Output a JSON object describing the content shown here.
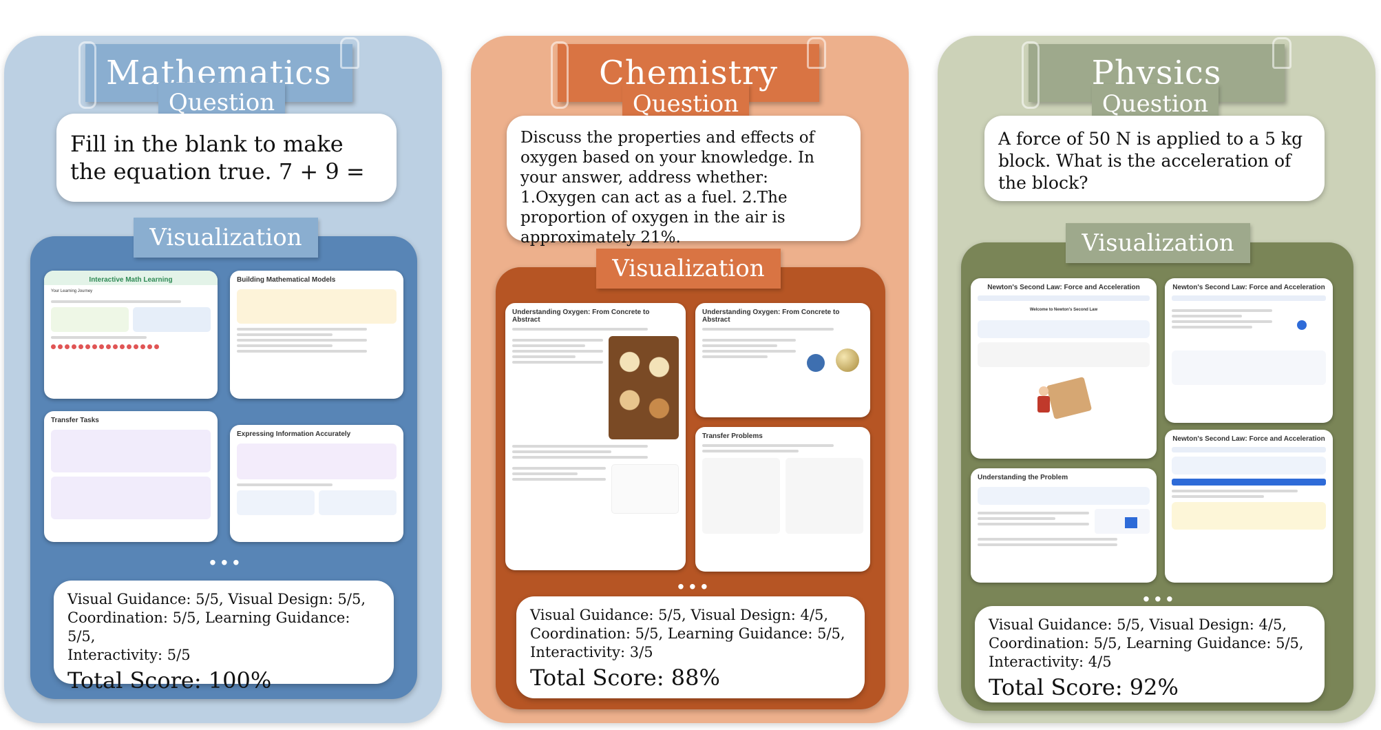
{
  "panels": {
    "math": {
      "subject": "Mathematics",
      "question_tag": "Question",
      "question": "Fill in the blank to make the equation true. 7 + 9 =",
      "visualization_tag": "Visualization",
      "thumbs": {
        "t1_title": "Interactive Math Learning",
        "t1_sub": "Your Learning Journey",
        "t2_title": "Building Mathematical Models",
        "t3_title": "Transfer Tasks",
        "t4_title": "Expressing Information Accurately"
      },
      "ellipsis": "...",
      "score_lines": [
        "Visual Guidance: 5/5, Visual Design: 5/5,",
        "Coordination: 5/5, Learning Guidance: 5/5,",
        "Interactivity: 5/5"
      ],
      "total": "Total Score: 100%"
    },
    "chem": {
      "subject": "Chemistry",
      "question_tag": "Question",
      "question": "Discuss the properties and effects of oxygen based on your knowledge. In your answer, address whether: 1.Oxygen can act as a fuel. 2.The proportion of oxygen in the air is approximately 21%.",
      "visualization_tag": "Visualization",
      "thumbs": {
        "t1_title": "Understanding Oxygen: From Concrete to Abstract",
        "t2_title": "Understanding Oxygen: From Concrete to Abstract",
        "t3_title": "Transfer Problems"
      },
      "ellipsis": "...",
      "score_lines": [
        "Visual Guidance: 5/5, Visual Design: 4/5,",
        "Coordination: 5/5, Learning Guidance: 5/5,",
        "Interactivity: 3/5"
      ],
      "total": "Total Score: 88%"
    },
    "phys": {
      "subject": "Physics",
      "question_tag": "Question",
      "question": "A force of 50 N is applied to a 5 kg block. What is the acceleration of the block?",
      "visualization_tag": "Visualization",
      "thumbs": {
        "t1_title": "Newton's Second Law: Force and Acceleration",
        "t1_sub": "Welcome to Newton's Second Law",
        "t2_title": "Newton's Second Law: Force and Acceleration",
        "t3_title": "Understanding the Problem",
        "t4_title": "Newton's Second Law: Force and Acceleration"
      },
      "ellipsis": "...",
      "score_lines": [
        "Visual Guidance: 5/5, Visual Design: 4/5,",
        "Coordination: 5/5, Learning Guidance: 5/5,",
        "Interactivity: 4/5"
      ],
      "total": "Total Score: 92%"
    }
  },
  "colors": {
    "math_light": "#bcd0e3",
    "math_mid": "#8aaed0",
    "math_dark": "#5885b6",
    "chem_light": "#edb08c",
    "chem_mid": "#d97443",
    "chem_dark": "#b65524",
    "phys_light": "#ccd2b8",
    "phys_mid": "#9ea98c",
    "phys_dark": "#7a8557"
  }
}
